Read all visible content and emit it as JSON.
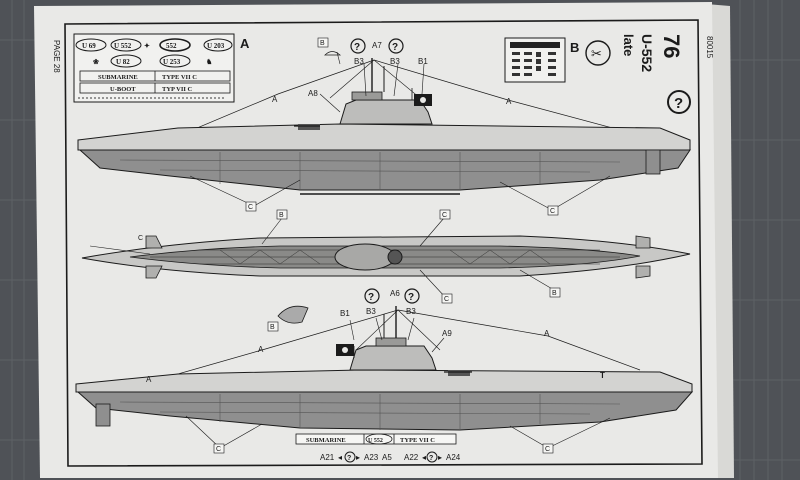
{
  "page": {
    "page_number": "PAGE 28",
    "code": "80015",
    "kit_number": "76",
    "model_name": "U-552",
    "variant": "late",
    "question_mark": "?"
  },
  "sections": {
    "a": "A",
    "b": "B"
  },
  "decal_sheet": {
    "ovals": [
      "U 69",
      "U 552",
      "552",
      "U 203",
      "U 82",
      "U 253"
    ],
    "strip_1": {
      "left": "SUBMARINE",
      "right": "TYPE VII C"
    },
    "strip_2": {
      "left": "U-BOOT",
      "right": "TYP VII C"
    }
  },
  "side_view_top": {
    "labels": {
      "b_flag": "B",
      "q1": "?",
      "q2": "?",
      "b3a": "B3",
      "a7": "A7",
      "b3b": "B3",
      "b1": "B1",
      "a8": "A8",
      "a_left": "A",
      "a_right": "A",
      "c_left": "C",
      "c_right": "C"
    }
  },
  "top_view": {
    "labels": {
      "b_top": "B",
      "c_top": "C",
      "c_left": "C",
      "b_right": "B",
      "c_bottom": "C",
      "b_bottom": "B"
    }
  },
  "side_view_bottom": {
    "labels": {
      "q1": "?",
      "a6": "A6",
      "q2": "?",
      "b1": "B1",
      "b3a": "B3",
      "b3b": "B3",
      "a9": "A9",
      "b_detail": "B",
      "a_left": "A",
      "a_right": "A",
      "t_mark": "T",
      "c_left": "C",
      "c_right": "C"
    },
    "strip": {
      "left": "SUBMARINE",
      "middle": "U 552",
      "right": "TYPE VII C"
    },
    "refs": {
      "a21": "A21",
      "a23": "A23",
      "a5": "A5",
      "a22": "A22",
      "a24": "A24",
      "q": "?"
    }
  },
  "colors": {
    "paper": "#e9e9e7",
    "hull_gray": "#8f8f8f",
    "deck_light": "#cfcfcf",
    "ink": "#1b1b1b",
    "background": "#4f5257"
  }
}
